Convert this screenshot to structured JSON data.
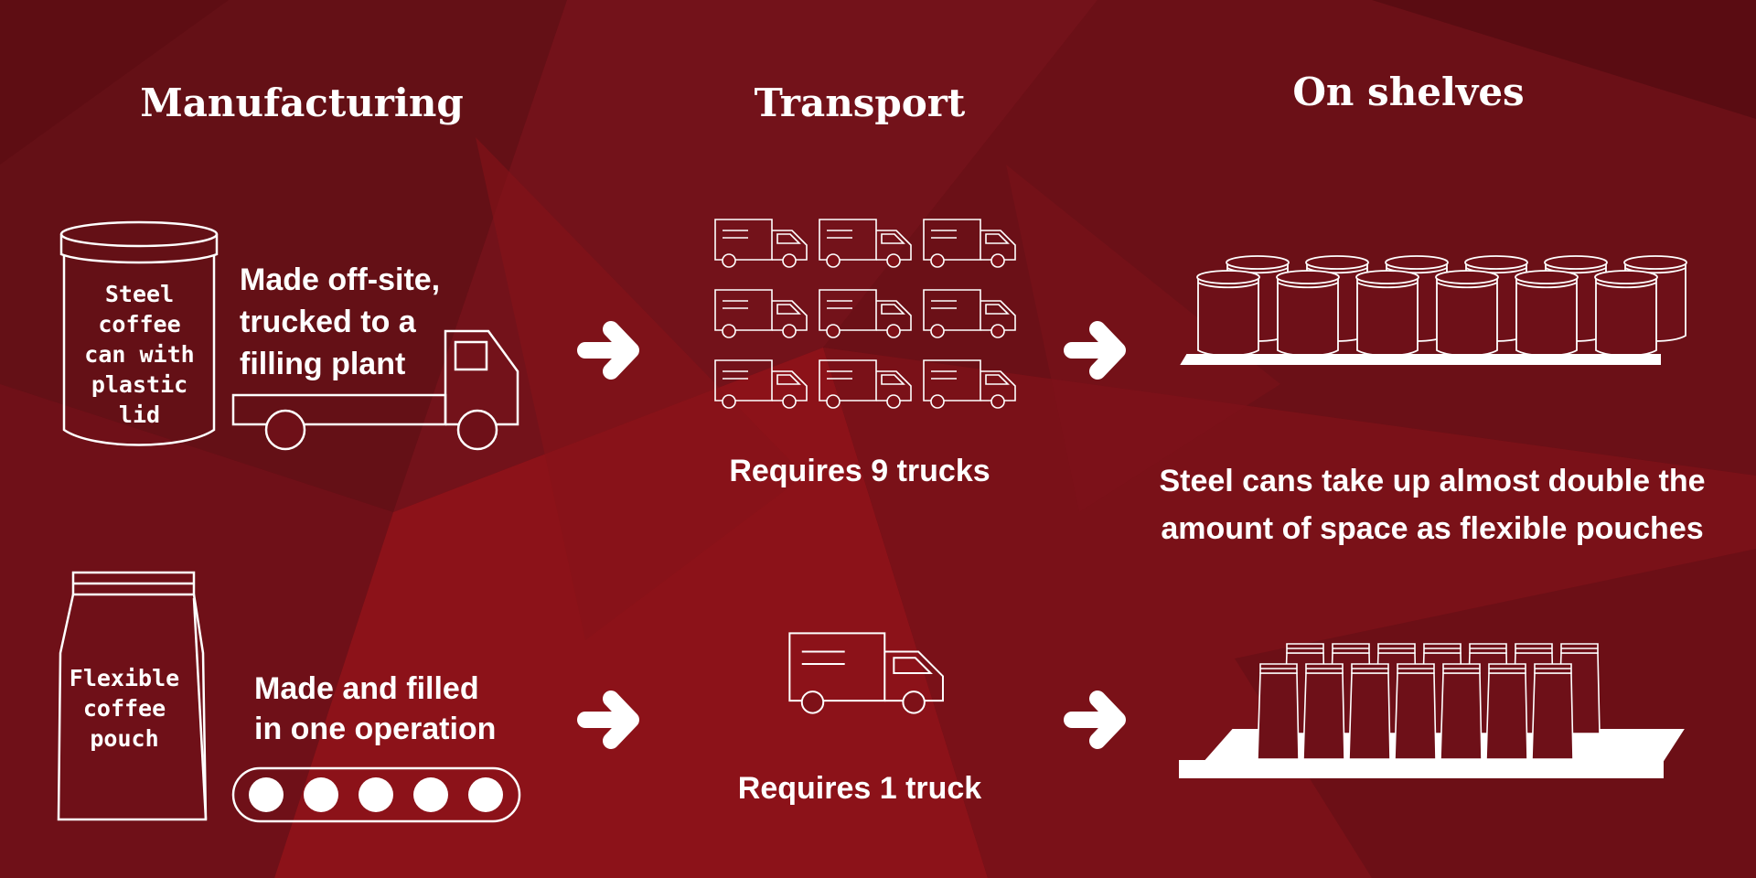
{
  "headings": {
    "manufacturing": "Manufacturing",
    "transport": "Transport",
    "shelves": "On shelves"
  },
  "can": {
    "label_lines": [
      "Steel",
      "coffee",
      "can with",
      "plastic lid"
    ],
    "manufacturing_text_lines": [
      "Made off-site,",
      "trucked to a",
      "filling plant"
    ],
    "transport_caption": "Requires 9 trucks",
    "truck_count": 9,
    "shelf_caption_lines": [
      "Steel cans take up almost double the",
      "amount of space as flexible pouches"
    ]
  },
  "pouch": {
    "label_lines": [
      "Flexible",
      "coffee",
      "pouch"
    ],
    "manufacturing_text_lines": [
      "Made and filled",
      "in one operation"
    ],
    "transport_caption": "Requires 1 truck",
    "truck_count": 1
  },
  "colors": {
    "background": "#6e1018",
    "accent_red": "#8f1018",
    "foreground": "#ffffff"
  },
  "icons": {
    "arrow": "right-arrow-icon",
    "truck": "delivery-truck-icon",
    "can": "coffee-can-icon",
    "pouch": "coffee-pouch-icon",
    "conveyor": "conveyor-belt-icon",
    "shelf": "shelf-icon"
  }
}
